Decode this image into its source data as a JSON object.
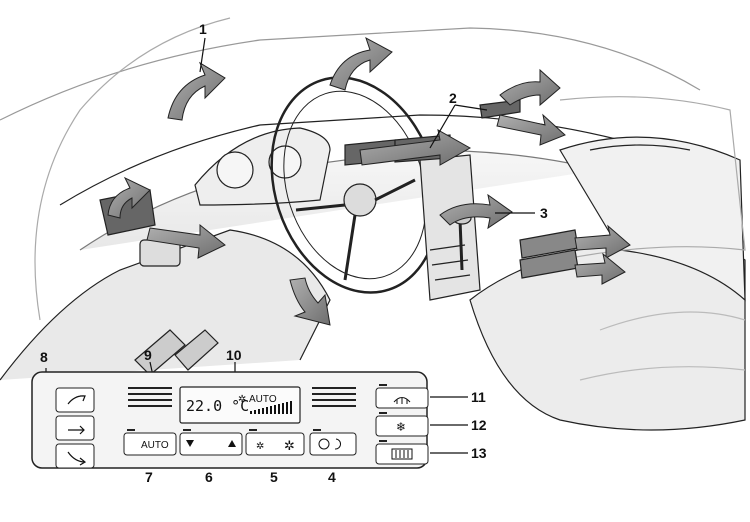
{
  "callouts": {
    "c1": "1",
    "c2": "2",
    "c3": "3",
    "c4": "4",
    "c5": "5",
    "c6": "6",
    "c7": "7",
    "c8": "8",
    "c9": "9",
    "c10": "10",
    "c11": "11",
    "c12": "12",
    "c13": "13"
  },
  "panel": {
    "display_temperature": "22.0 °C",
    "display_mode": "AUTO",
    "auto_button_label": "AUTO"
  },
  "icons": {
    "air-flow-arrow": "curved-arrow",
    "fan": "fan-icon",
    "defrost": "defrost-icon",
    "ac": "snowflake-icon",
    "rear-defrost": "rear-window-heater-icon",
    "recirculation": "recirculation-icon"
  },
  "colors": {
    "line": "#222222",
    "arrow_fill": "#8a8a8a",
    "panel_fill": "#f4f4f4",
    "interior_shade": "#e6e6e6"
  }
}
